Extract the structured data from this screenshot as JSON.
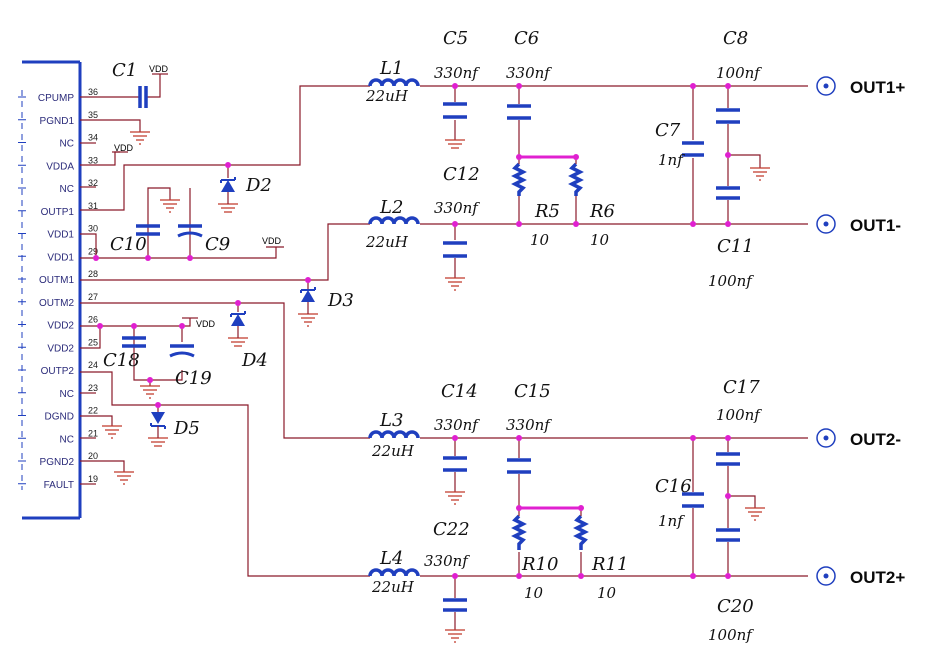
{
  "ic": {
    "pins": [
      {
        "num": "36",
        "name": "CPUMP"
      },
      {
        "num": "35",
        "name": "PGND1"
      },
      {
        "num": "34",
        "name": "NC"
      },
      {
        "num": "33",
        "name": "VDDA"
      },
      {
        "num": "32",
        "name": "NC"
      },
      {
        "num": "31",
        "name": "OUTP1"
      },
      {
        "num": "30",
        "name": "VDD1"
      },
      {
        "num": "29",
        "name": "VDD1"
      },
      {
        "num": "28",
        "name": "OUTM1"
      },
      {
        "num": "27",
        "name": "OUTM2"
      },
      {
        "num": "26",
        "name": "VDD2"
      },
      {
        "num": "25",
        "name": "VDD2"
      },
      {
        "num": "24",
        "name": "OUTP2"
      },
      {
        "num": "23",
        "name": "NC"
      },
      {
        "num": "22",
        "name": "DGND"
      },
      {
        "num": "21",
        "name": "NC"
      },
      {
        "num": "20",
        "name": "PGND2"
      },
      {
        "num": "19",
        "name": "FAULT"
      }
    ]
  },
  "supply": {
    "vdd1": "VDD",
    "vdd2": "VDD",
    "vdd3": "VDD",
    "vdd4": "VDD"
  },
  "labels": {
    "c1": "C1",
    "c5": "C5",
    "c6": "C6",
    "c8": "C8",
    "c7": "C7",
    "c11": "C11",
    "c12": "C12",
    "c9": "C9",
    "c10": "C10",
    "c14": "C14",
    "c15": "C15",
    "c16": "C16",
    "c17": "C17",
    "c18": "C18",
    "c19": "C19",
    "c20": "C20",
    "c22": "C22",
    "l1": "L1",
    "l2": "L2",
    "l3": "L3",
    "l4": "L4",
    "r5": "R5",
    "r6": "R6",
    "r10": "R10",
    "r11": "R11",
    "d2": "D2",
    "d3": "D3",
    "d4": "D4",
    "d5": "D5"
  },
  "values": {
    "c5": "330nf",
    "c6": "330nf",
    "c8": "100nf",
    "c12": "330nf",
    "c7": "1nf",
    "c11": "100nf",
    "c14": "330nf",
    "c15": "330nf",
    "c17": "100nf",
    "c16": "1nf",
    "c22": "330nf",
    "c20": "100nf",
    "l1": "22uH",
    "l2": "22uH",
    "l3": "22uH",
    "l4": "22uH",
    "r5": "10",
    "r6": "10",
    "r10": "10",
    "r11": "10"
  },
  "outputs": {
    "out1p": "OUT1+",
    "out1m": "OUT1-",
    "out2m": "OUT2-",
    "out2p": "OUT2+"
  }
}
